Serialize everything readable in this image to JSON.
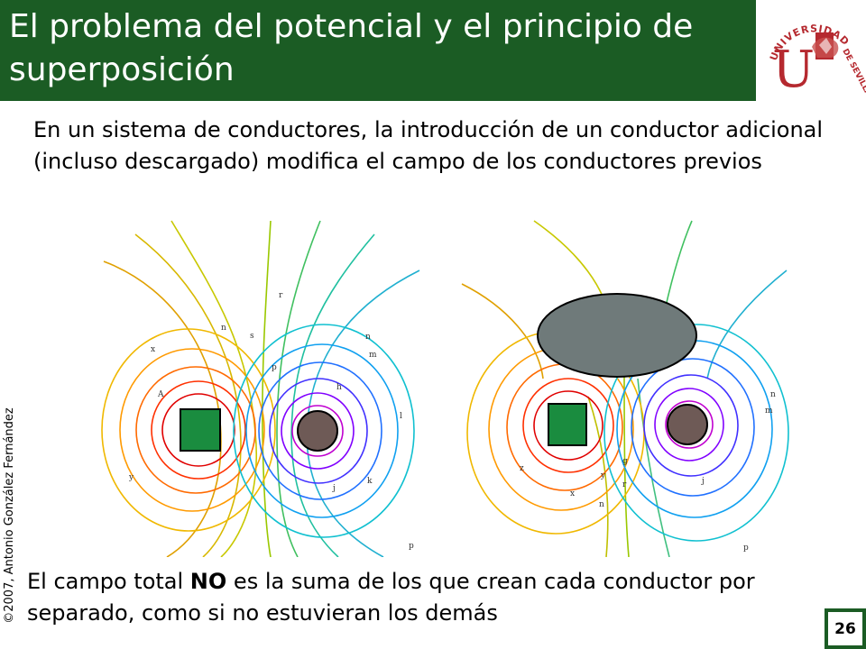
{
  "slide": {
    "title": "El problema del potencial y el principio de superposición",
    "intro": "En un sistema de conductores, la introducción de un conductor adicional (incluso descargado) modifica el campo de los conductores previos",
    "conclusion_before": "El campo total ",
    "conclusion_bold": "NO",
    "conclusion_after": " es la suma de los que crean cada conductor por separado, como si no estuvieran los demás",
    "copyright": "©2007, Antonio González Fernández",
    "page_number": "26",
    "logo": {
      "text_left": "UNIVERSIDAD",
      "text_right": "DE SEVILLA",
      "monogram": "U"
    }
  },
  "figures": [
    {
      "conductors": [
        "square",
        "circle"
      ],
      "labels": [
        "n",
        "s",
        "r",
        "x",
        "p",
        "n",
        "m",
        "A",
        "h",
        "l",
        "y",
        "j",
        "k",
        "p"
      ]
    },
    {
      "conductors": [
        "square",
        "circle",
        "ellipse"
      ],
      "labels": [
        "z",
        "y",
        "x",
        "n",
        "r",
        "g",
        "n",
        "m",
        "j",
        "p"
      ]
    }
  ],
  "colors": {
    "title_bar": "#1b5c24",
    "square_conductor": "#1a8c3f",
    "circle_conductor": "#6e5a56",
    "ellipse_conductor": "#6f7a7a",
    "logo_red": "#b5292f"
  }
}
